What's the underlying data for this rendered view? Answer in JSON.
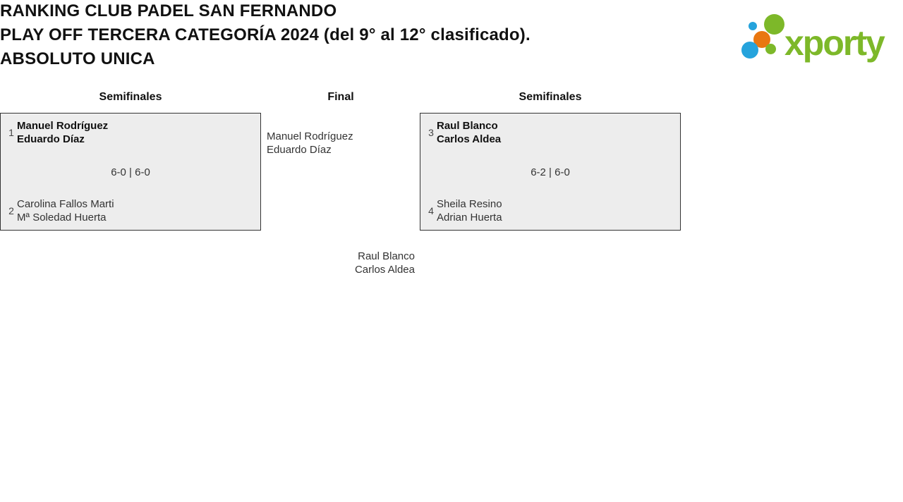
{
  "title": {
    "line1": "RANKING CLUB PADEL SAN FERNANDO",
    "line2": "PLAY OFF TERCERA CATEGORÍA 2024 (del 9° al 12° clasificado).",
    "line3": "ABSOLUTO UNICA"
  },
  "logo": {
    "wordmark": "xporty",
    "colors": {
      "green": "#7db829",
      "blue": "#25a3dc",
      "orange": "#e97710"
    }
  },
  "rounds": {
    "semi_left": "Semifinales",
    "final": "Final",
    "semi_right": "Semifinales"
  },
  "matches": {
    "left": {
      "score": "6-0 | 6-0",
      "team1": {
        "seed": "1",
        "player1": "Manuel Rodríguez",
        "player2": "Eduardo Díaz"
      },
      "team2": {
        "seed": "2",
        "player1": "Carolina Fallos Marti",
        "player2": "Mª Soledad Huerta"
      }
    },
    "right": {
      "score": "6-2 | 6-0",
      "team1": {
        "seed": "3",
        "player1": "Raul Blanco",
        "player2": "Carlos Aldea"
      },
      "team2": {
        "seed": "4",
        "player1": "Sheila Resino",
        "player2": "Adrian Huerta"
      }
    }
  },
  "final_match": {
    "team1": {
      "player1": "Manuel Rodríguez",
      "player2": "Eduardo Díaz"
    },
    "team2": {
      "player1": "Raul Blanco",
      "player2": "Carlos Aldea"
    }
  },
  "colors": {
    "box_bg": "#ededed",
    "box_border": "#333333",
    "text_primary": "#111111",
    "text_secondary": "#333333"
  }
}
